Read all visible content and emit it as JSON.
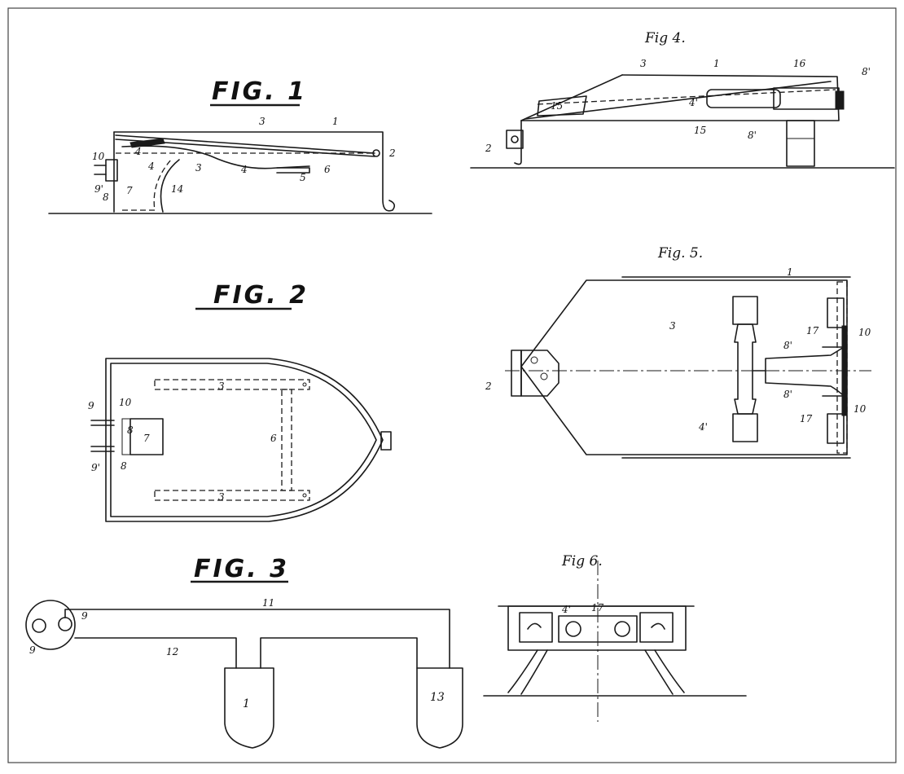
{
  "figures": {
    "fig1": {
      "title": "FIG. 1",
      "labels": [
        "1",
        "2",
        "3",
        "3",
        "4",
        "4",
        "4",
        "5",
        "6",
        "7",
        "8",
        "9'",
        "10",
        "14"
      ]
    },
    "fig2": {
      "title": "FIG. 2",
      "labels": [
        "3",
        "3",
        "6",
        "7",
        "8",
        "8",
        "9",
        "9'",
        "10"
      ]
    },
    "fig3": {
      "title": "FIG. 3",
      "labels": [
        "9",
        "9",
        "11",
        "12",
        "1",
        "13"
      ]
    },
    "fig4": {
      "title": "Fig 4.",
      "labels": [
        "3",
        "1",
        "16",
        "8'",
        "2",
        "15",
        "15",
        "4'",
        "8'"
      ]
    },
    "fig5": {
      "title": "Fig. 5.",
      "labels": [
        "1",
        "3",
        "2",
        "17",
        "8'",
        "10",
        "8'",
        "17",
        "10",
        "4'"
      ]
    },
    "fig6": {
      "title": "Fig 6.",
      "labels": [
        "4'",
        "17"
      ]
    }
  }
}
